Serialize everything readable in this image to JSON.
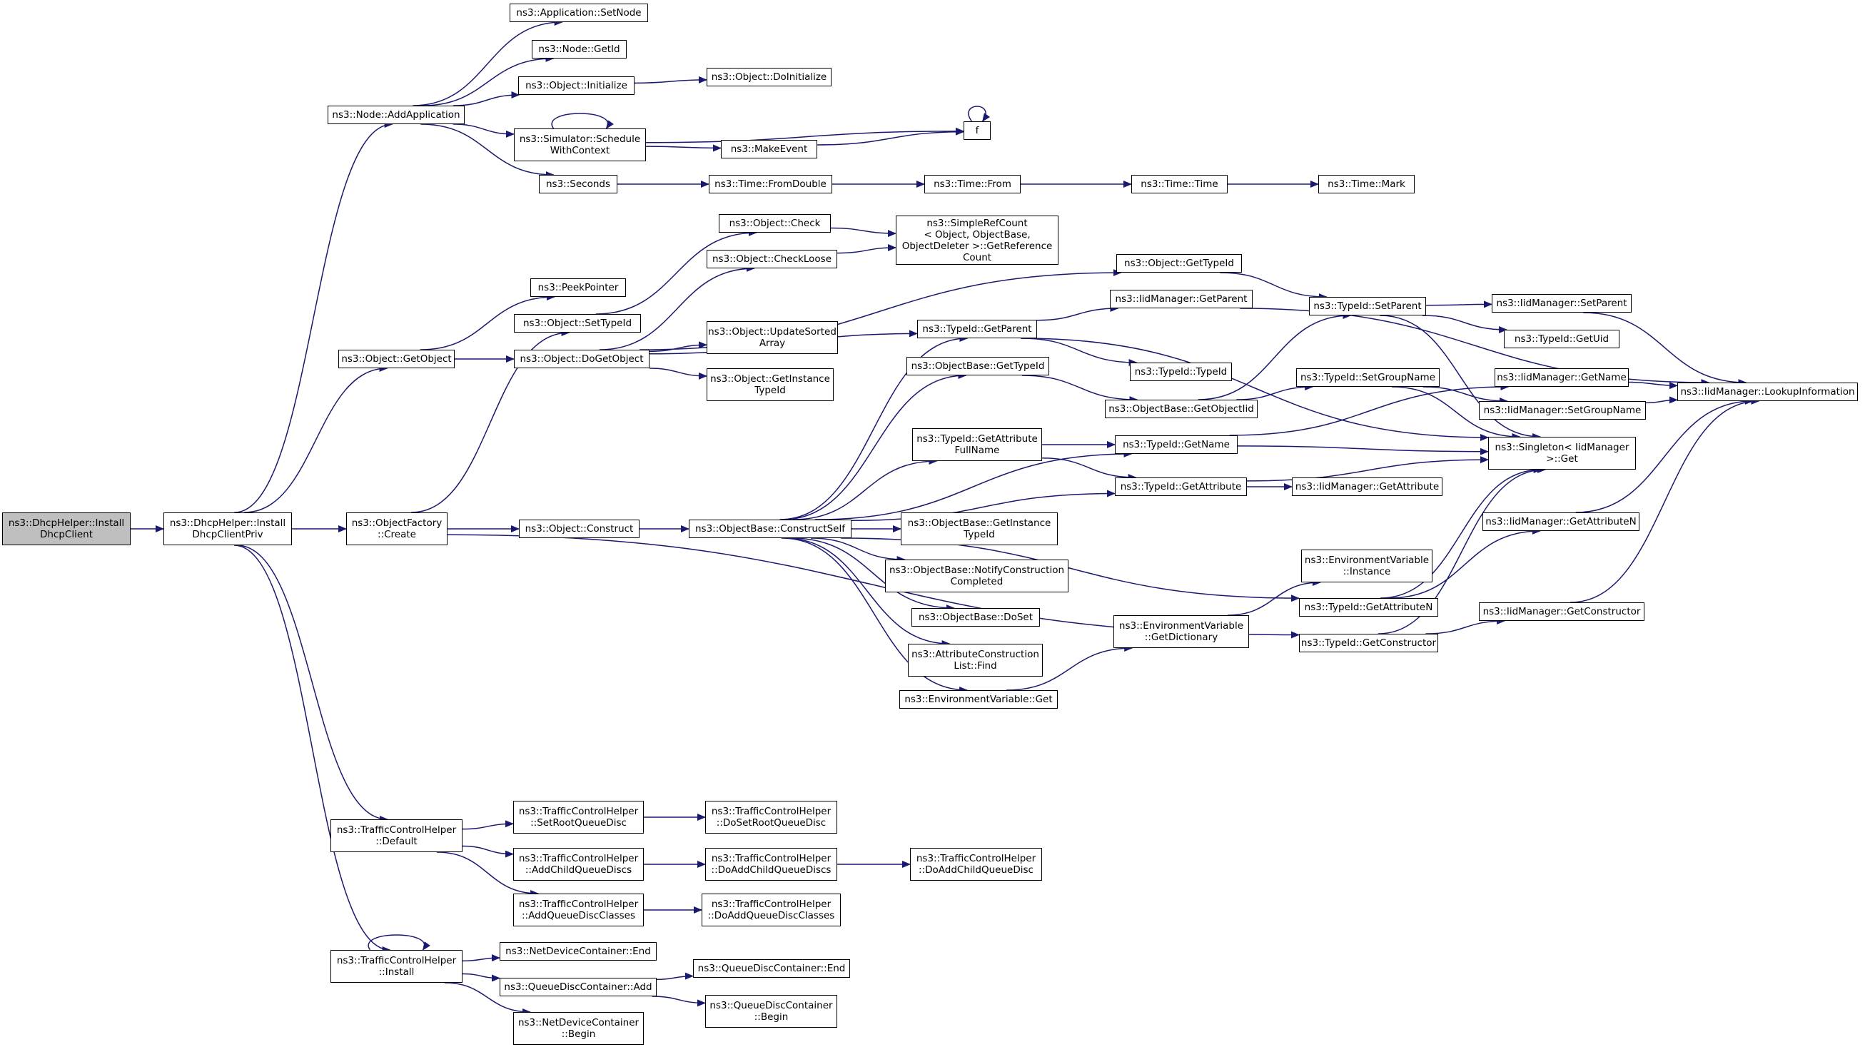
{
  "graph": {
    "edge_color": "#191970",
    "root_fill": "#bfbfbf",
    "nodes": {
      "n_root": {
        "lines": [
          "ns3::DhcpHelper::Install",
          "DhcpClient"
        ]
      },
      "n_priv": {
        "lines": [
          "ns3::DhcpHelper::Install",
          "DhcpClientPriv"
        ]
      },
      "n_addapp": {
        "lines": [
          "ns3::Node::AddApplication"
        ]
      },
      "n_getobject": {
        "lines": [
          "ns3::Object::GetObject"
        ]
      },
      "n_factory": {
        "lines": [
          "ns3::ObjectFactory",
          "::Create"
        ]
      },
      "n_tch_default": {
        "lines": [
          "ns3::TrafficControlHelper",
          "::Default"
        ]
      },
      "n_tch_install": {
        "lines": [
          "ns3::TrafficControlHelper",
          "::Install"
        ]
      },
      "n_app_setnode": {
        "lines": [
          "ns3::Application::SetNode"
        ]
      },
      "n_node_getid": {
        "lines": [
          "ns3::Node::GetId"
        ]
      },
      "n_obj_init": {
        "lines": [
          "ns3::Object::Initialize"
        ]
      },
      "n_sim_sched": {
        "lines": [
          "ns3::Simulator::Schedule",
          "WithContext"
        ]
      },
      "n_seconds": {
        "lines": [
          "ns3::Seconds"
        ]
      },
      "n_obj_doinit": {
        "lines": [
          "ns3::Object::DoInitialize"
        ]
      },
      "n_makeevent": {
        "lines": [
          "ns3::MakeEvent"
        ]
      },
      "n_f": {
        "lines": [
          "f"
        ]
      },
      "n_time_fromdouble": {
        "lines": [
          "ns3::Time::FromDouble"
        ]
      },
      "n_time_from": {
        "lines": [
          "ns3::Time::From"
        ]
      },
      "n_time_time": {
        "lines": [
          "ns3::Time::Time"
        ]
      },
      "n_time_mark": {
        "lines": [
          "ns3::Time::Mark"
        ]
      },
      "n_peekpointer": {
        "lines": [
          "ns3::PeekPointer"
        ]
      },
      "n_settypeid": {
        "lines": [
          "ns3::Object::SetTypeId"
        ]
      },
      "n_dogetobject": {
        "lines": [
          "ns3::Object::DoGetObject"
        ]
      },
      "n_obj_check": {
        "lines": [
          "ns3::Object::Check"
        ]
      },
      "n_obj_checkloose": {
        "lines": [
          "ns3::Object::CheckLoose"
        ]
      },
      "n_simplerefcount": {
        "lines": [
          "ns3::SimpleRefCount",
          "< Object, ObjectBase,",
          " ObjectDeleter >::GetReference",
          "Count"
        ]
      },
      "n_obj_gettypeid": {
        "lines": [
          "ns3::Object::GetTypeId"
        ]
      },
      "n_updatesorted": {
        "lines": [
          "ns3::Object::UpdateSorted",
          "Array"
        ]
      },
      "n_getinstance": {
        "lines": [
          "ns3::Object::GetInstance",
          "TypeId"
        ]
      },
      "n_typeid_getparent": {
        "lines": [
          "ns3::TypeId::GetParent"
        ]
      },
      "n_iid_getparent": {
        "lines": [
          "ns3::IidManager::GetParent"
        ]
      },
      "n_typeid_typeid": {
        "lines": [
          "ns3::TypeId::TypeId"
        ]
      },
      "n_ob_gettypeid": {
        "lines": [
          "ns3::ObjectBase::GetTypeId"
        ]
      },
      "n_ob_getobjectiid": {
        "lines": [
          "ns3::ObjectBase::GetObjectIid"
        ]
      },
      "n_typeid_setparent": {
        "lines": [
          "ns3::TypeId::SetParent"
        ]
      },
      "n_iid_setparent": {
        "lines": [
          "ns3::IidManager::SetParent"
        ]
      },
      "n_typeid_getuid": {
        "lines": [
          "ns3::TypeId::GetUid"
        ]
      },
      "n_typeid_setgroupname": {
        "lines": [
          "ns3::TypeId::SetGroupName"
        ]
      },
      "n_iid_getname": {
        "lines": [
          "ns3::IidManager::GetName"
        ]
      },
      "n_iid_setgroupname": {
        "lines": [
          "ns3::IidManager::SetGroupName"
        ]
      },
      "n_iid_lookup": {
        "lines": [
          "ns3::IidManager::LookupInformation"
        ]
      },
      "n_singleton": {
        "lines": [
          "ns3::Singleton< IidManager",
          " >::Get"
        ]
      },
      "n_typeid_getattrfull": {
        "lines": [
          "ns3::TypeId::GetAttribute",
          "FullName"
        ]
      },
      "n_typeid_getname": {
        "lines": [
          "ns3::TypeId::GetName"
        ]
      },
      "n_typeid_getattr": {
        "lines": [
          "ns3::TypeId::GetAttribute"
        ]
      },
      "n_iid_getattr": {
        "lines": [
          "ns3::IidManager::GetAttribute"
        ]
      },
      "n_obj_construct": {
        "lines": [
          "ns3::Object::Construct"
        ]
      },
      "n_ob_constructself": {
        "lines": [
          "ns3::ObjectBase::ConstructSelf"
        ]
      },
      "n_ob_getinstance": {
        "lines": [
          "ns3::ObjectBase::GetInstance",
          "TypeId"
        ]
      },
      "n_ob_notify": {
        "lines": [
          "ns3::ObjectBase::NotifyConstruction",
          "Completed"
        ]
      },
      "n_ob_doset": {
        "lines": [
          "ns3::ObjectBase::DoSet"
        ]
      },
      "n_attrlist_find": {
        "lines": [
          "ns3::AttributeConstruction",
          "List::Find"
        ]
      },
      "n_env_get": {
        "lines": [
          "ns3::EnvironmentVariable::Get"
        ]
      },
      "n_env_getdict": {
        "lines": [
          "ns3::EnvironmentVariable",
          "::GetDictionary"
        ]
      },
      "n_env_instance": {
        "lines": [
          "ns3::EnvironmentVariable",
          "::Instance"
        ]
      },
      "n_typeid_getattrn": {
        "lines": [
          "ns3::TypeId::GetAttributeN"
        ]
      },
      "n_iid_getattrn": {
        "lines": [
          "ns3::IidManager::GetAttributeN"
        ]
      },
      "n_typeid_getctor": {
        "lines": [
          "ns3::TypeId::GetConstructor"
        ]
      },
      "n_iid_getctor": {
        "lines": [
          "ns3::IidManager::GetConstructor"
        ]
      },
      "n_tch_setroot": {
        "lines": [
          "ns3::TrafficControlHelper",
          "::SetRootQueueDisc"
        ]
      },
      "n_tch_dosetroot": {
        "lines": [
          "ns3::TrafficControlHelper",
          "::DoSetRootQueueDisc"
        ]
      },
      "n_tch_addchild": {
        "lines": [
          "ns3::TrafficControlHelper",
          "::AddChildQueueDiscs"
        ]
      },
      "n_tch_doaddchildren": {
        "lines": [
          "ns3::TrafficControlHelper",
          "::DoAddChildQueueDiscs"
        ]
      },
      "n_tch_doaddchild": {
        "lines": [
          "ns3::TrafficControlHelper",
          "::DoAddChildQueueDisc"
        ]
      },
      "n_tch_addclasses": {
        "lines": [
          "ns3::TrafficControlHelper",
          "::AddQueueDiscClasses"
        ]
      },
      "n_tch_doaddclasses": {
        "lines": [
          "ns3::TrafficControlHelper",
          "::DoAddQueueDiscClasses"
        ]
      },
      "n_ndc_end": {
        "lines": [
          "ns3::NetDeviceContainer::End"
        ]
      },
      "n_qdc_add": {
        "lines": [
          "ns3::QueueDiscContainer::Add"
        ]
      },
      "n_ndc_begin": {
        "lines": [
          "ns3::NetDeviceContainer",
          "::Begin"
        ]
      },
      "n_qdc_end": {
        "lines": [
          "ns3::QueueDiscContainer::End"
        ]
      },
      "n_qdc_begin": {
        "lines": [
          "ns3::QueueDiscContainer",
          "::Begin"
        ]
      }
    },
    "edges": [
      [
        "n_root",
        "n_priv"
      ],
      [
        "n_priv",
        "n_addapp"
      ],
      [
        "n_priv",
        "n_getobject"
      ],
      [
        "n_priv",
        "n_factory"
      ],
      [
        "n_priv",
        "n_tch_default"
      ],
      [
        "n_priv",
        "n_tch_install"
      ],
      [
        "n_addapp",
        "n_app_setnode"
      ],
      [
        "n_addapp",
        "n_node_getid"
      ],
      [
        "n_addapp",
        "n_obj_init"
      ],
      [
        "n_addapp",
        "n_sim_sched"
      ],
      [
        "n_addapp",
        "n_seconds"
      ],
      [
        "n_obj_init",
        "n_obj_doinit"
      ],
      [
        "n_sim_sched",
        "n_sim_sched"
      ],
      [
        "n_sim_sched",
        "n_f"
      ],
      [
        "n_sim_sched",
        "n_makeevent"
      ],
      [
        "n_makeevent",
        "n_f"
      ],
      [
        "n_f",
        "n_f"
      ],
      [
        "n_seconds",
        "n_time_fromdouble"
      ],
      [
        "n_time_fromdouble",
        "n_time_from"
      ],
      [
        "n_time_from",
        "n_time_time"
      ],
      [
        "n_time_time",
        "n_time_mark"
      ],
      [
        "n_getobject",
        "n_peekpointer"
      ],
      [
        "n_getobject",
        "n_dogetobject"
      ],
      [
        "n_factory",
        "n_settypeid"
      ],
      [
        "n_factory",
        "n_obj_construct"
      ],
      [
        "n_factory",
        "n_typeid_getctor"
      ],
      [
        "n_settypeid",
        "n_obj_check"
      ],
      [
        "n_obj_check",
        "n_simplerefcount"
      ],
      [
        "n_obj_checkloose",
        "n_simplerefcount"
      ],
      [
        "n_dogetobject",
        "n_obj_checkloose"
      ],
      [
        "n_dogetobject",
        "n_obj_gettypeid"
      ],
      [
        "n_dogetobject",
        "n_updatesorted"
      ],
      [
        "n_dogetobject",
        "n_getinstance"
      ],
      [
        "n_dogetobject",
        "n_typeid_getparent"
      ],
      [
        "n_obj_gettypeid",
        "n_typeid_setparent"
      ],
      [
        "n_typeid_getparent",
        "n_iid_getparent"
      ],
      [
        "n_typeid_getparent",
        "n_typeid_typeid"
      ],
      [
        "n_typeid_getparent",
        "n_singleton"
      ],
      [
        "n_iid_getparent",
        "n_iid_lookup"
      ],
      [
        "n_ob_gettypeid",
        "n_ob_getobjectiid"
      ],
      [
        "n_ob_getobjectiid",
        "n_typeid_setparent"
      ],
      [
        "n_ob_getobjectiid",
        "n_typeid_setgroupname"
      ],
      [
        "n_typeid_setparent",
        "n_iid_setparent"
      ],
      [
        "n_typeid_setparent",
        "n_typeid_getuid"
      ],
      [
        "n_typeid_setparent",
        "n_singleton"
      ],
      [
        "n_iid_setparent",
        "n_iid_lookup"
      ],
      [
        "n_typeid_setgroupname",
        "n_iid_setgroupname"
      ],
      [
        "n_typeid_setgroupname",
        "n_singleton"
      ],
      [
        "n_iid_setgroupname",
        "n_iid_lookup"
      ],
      [
        "n_iid_getname",
        "n_iid_lookup"
      ],
      [
        "n_typeid_getname",
        "n_iid_getname"
      ],
      [
        "n_typeid_getname",
        "n_singleton"
      ],
      [
        "n_typeid_getattrfull",
        "n_typeid_getname"
      ],
      [
        "n_typeid_getattrfull",
        "n_typeid_getattr"
      ],
      [
        "n_typeid_getattr",
        "n_iid_getattr"
      ],
      [
        "n_typeid_getattr",
        "n_singleton"
      ],
      [
        "n_obj_construct",
        "n_ob_constructself"
      ],
      [
        "n_ob_constructself",
        "n_typeid_getparent"
      ],
      [
        "n_ob_constructself",
        "n_ob_gettypeid"
      ],
      [
        "n_ob_constructself",
        "n_typeid_getname"
      ],
      [
        "n_ob_constructself",
        "n_typeid_getattrfull"
      ],
      [
        "n_ob_constructself",
        "n_typeid_getattr"
      ],
      [
        "n_ob_constructself",
        "n_ob_getinstance"
      ],
      [
        "n_ob_constructself",
        "n_ob_notify"
      ],
      [
        "n_ob_constructself",
        "n_ob_doset"
      ],
      [
        "n_ob_constructself",
        "n_attrlist_find"
      ],
      [
        "n_ob_constructself",
        "n_env_get"
      ],
      [
        "n_ob_constructself",
        "n_typeid_getattrn"
      ],
      [
        "n_env_get",
        "n_env_getdict"
      ],
      [
        "n_env_getdict",
        "n_env_instance"
      ],
      [
        "n_typeid_getattrn",
        "n_iid_getattrn"
      ],
      [
        "n_typeid_getattrn",
        "n_singleton"
      ],
      [
        "n_iid_getattrn",
        "n_iid_lookup"
      ],
      [
        "n_typeid_getctor",
        "n_iid_getctor"
      ],
      [
        "n_typeid_getctor",
        "n_singleton"
      ],
      [
        "n_iid_getctor",
        "n_iid_lookup"
      ],
      [
        "n_tch_default",
        "n_tch_setroot"
      ],
      [
        "n_tch_default",
        "n_tch_addchild"
      ],
      [
        "n_tch_default",
        "n_tch_addclasses"
      ],
      [
        "n_tch_setroot",
        "n_tch_dosetroot"
      ],
      [
        "n_tch_addchild",
        "n_tch_doaddchildren"
      ],
      [
        "n_tch_doaddchildren",
        "n_tch_doaddchild"
      ],
      [
        "n_tch_addclasses",
        "n_tch_doaddclasses"
      ],
      [
        "n_tch_install",
        "n_tch_install"
      ],
      [
        "n_tch_install",
        "n_ndc_end"
      ],
      [
        "n_tch_install",
        "n_qdc_add"
      ],
      [
        "n_tch_install",
        "n_ndc_begin"
      ],
      [
        "n_qdc_add",
        "n_qdc_end"
      ],
      [
        "n_qdc_add",
        "n_qdc_begin"
      ]
    ]
  }
}
